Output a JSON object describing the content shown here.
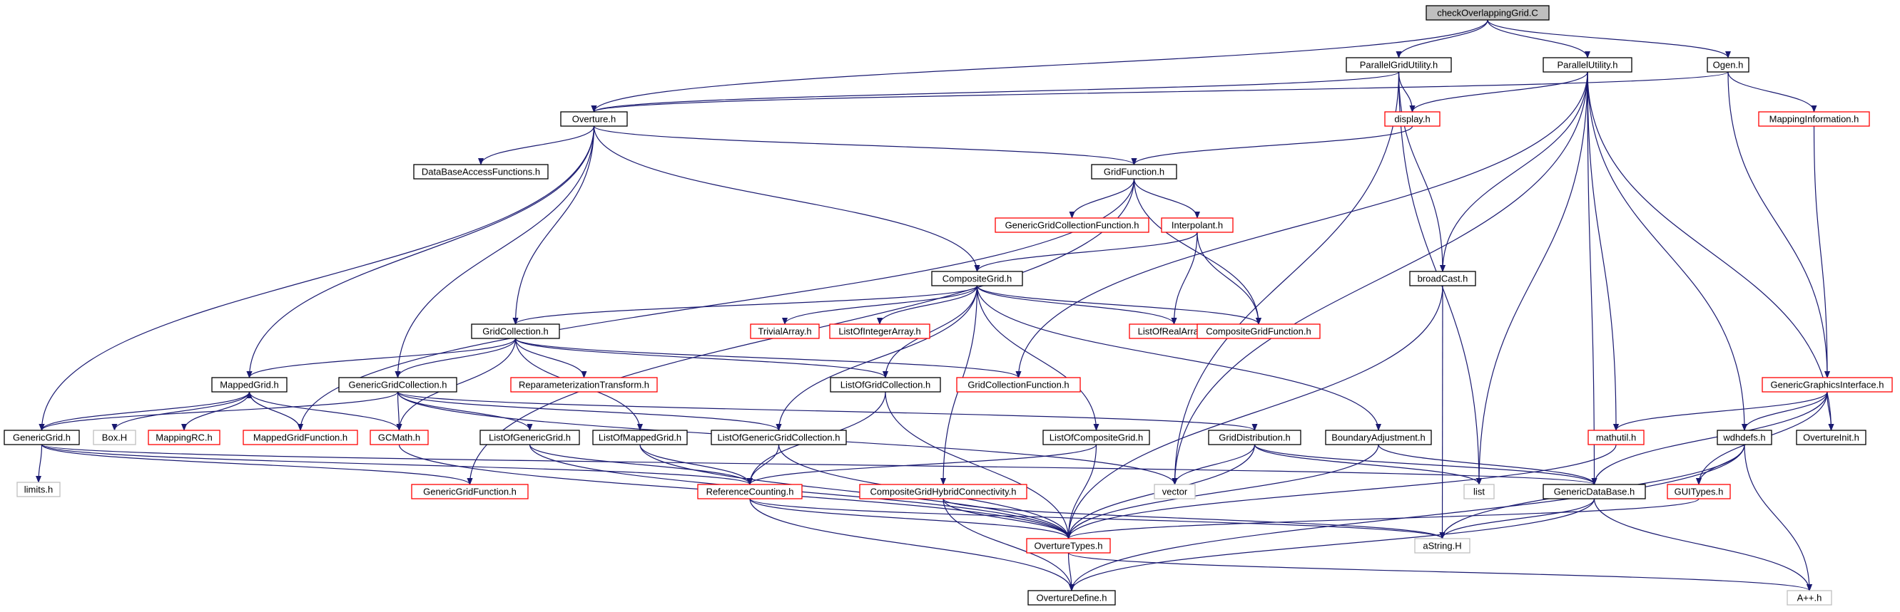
{
  "graph": {
    "nodes": [
      {
        "id": "checkOverlappingGrid",
        "label": "checkOverlappingGrid.C",
        "style": "root"
      },
      {
        "id": "ParallelGridUtility",
        "label": "ParallelGridUtility.h",
        "style": "normal"
      },
      {
        "id": "ParallelUtility",
        "label": "ParallelUtility.h",
        "style": "normal"
      },
      {
        "id": "Ogen",
        "label": "Ogen.h",
        "style": "normal"
      },
      {
        "id": "Overture",
        "label": "Overture.h",
        "style": "normal"
      },
      {
        "id": "display",
        "label": "display.h",
        "style": "red"
      },
      {
        "id": "MappingInformation",
        "label": "MappingInformation.h",
        "style": "red"
      },
      {
        "id": "DataBaseAccessFunctions",
        "label": "DataBaseAccessFunctions.h",
        "style": "normal"
      },
      {
        "id": "GridFunction",
        "label": "GridFunction.h",
        "style": "normal"
      },
      {
        "id": "GenericGridCollectionFunction",
        "label": "GenericGridCollectionFunction.h",
        "style": "red"
      },
      {
        "id": "Interpolant",
        "label": "Interpolant.h",
        "style": "red"
      },
      {
        "id": "CompositeGrid",
        "label": "CompositeGrid.h",
        "style": "normal"
      },
      {
        "id": "broadCast",
        "label": "broadCast.h",
        "style": "normal"
      },
      {
        "id": "GridCollection",
        "label": "GridCollection.h",
        "style": "normal"
      },
      {
        "id": "TrivialArray",
        "label": "TrivialArray.h",
        "style": "red"
      },
      {
        "id": "ListOfIntegerArray",
        "label": "ListOfIntegerArray.h",
        "style": "red"
      },
      {
        "id": "ListOfRealArray",
        "label": "ListOfRealArray.h",
        "style": "red"
      },
      {
        "id": "CompositeGridFunction",
        "label": "CompositeGridFunction.h",
        "style": "red"
      },
      {
        "id": "ReparameterizationTransform",
        "label": "ReparameterizationTransform.h",
        "style": "red"
      },
      {
        "id": "GenericGraphicsInterface",
        "label": "GenericGraphicsInterface.h",
        "style": "red"
      },
      {
        "id": "MappedGrid",
        "label": "MappedGrid.h",
        "style": "normal"
      },
      {
        "id": "GenericGridCollection",
        "label": "GenericGridCollection.h",
        "style": "normal"
      },
      {
        "id": "ListOfGridCollection",
        "label": "ListOfGridCollection.h",
        "style": "normal"
      },
      {
        "id": "GridCollectionFunction",
        "label": "GridCollectionFunction.h",
        "style": "red"
      },
      {
        "id": "GenericGrid",
        "label": "GenericGrid.h",
        "style": "normal"
      },
      {
        "id": "BoxH",
        "label": "Box.H",
        "style": "gray"
      },
      {
        "id": "MappingRC",
        "label": "MappingRC.h",
        "style": "red"
      },
      {
        "id": "MappedGridFunction",
        "label": "MappedGridFunction.h",
        "style": "red"
      },
      {
        "id": "GCMath",
        "label": "GCMath.h",
        "style": "red"
      },
      {
        "id": "ListOfGenericGrid",
        "label": "ListOfGenericGrid.h",
        "style": "normal"
      },
      {
        "id": "ListOfMappedGrid",
        "label": "ListOfMappedGrid.h",
        "style": "normal"
      },
      {
        "id": "ListOfGenericGridCollection",
        "label": "ListOfGenericGridCollection.h",
        "style": "normal"
      },
      {
        "id": "ListOfCompositeGrid",
        "label": "ListOfCompositeGrid.h",
        "style": "normal"
      },
      {
        "id": "GridDistribution",
        "label": "GridDistribution.h",
        "style": "normal"
      },
      {
        "id": "BoundaryAdjustment",
        "label": "BoundaryAdjustment.h",
        "style": "normal"
      },
      {
        "id": "mathutil",
        "label": "mathutil.h",
        "style": "red"
      },
      {
        "id": "wdhdefs",
        "label": "wdhdefs.h",
        "style": "normal"
      },
      {
        "id": "OvertureInit",
        "label": "OvertureInit.h",
        "style": "normal"
      },
      {
        "id": "limits",
        "label": "limits.h",
        "style": "gray"
      },
      {
        "id": "GenericGridFunction",
        "label": "GenericGridFunction.h",
        "style": "red"
      },
      {
        "id": "ReferenceCounting",
        "label": "ReferenceCounting.h",
        "style": "red"
      },
      {
        "id": "CompositeGridHybridConnectivity",
        "label": "CompositeGridHybridConnectivity.h",
        "style": "red"
      },
      {
        "id": "vector",
        "label": "vector",
        "style": "gray"
      },
      {
        "id": "list",
        "label": "list",
        "style": "gray"
      },
      {
        "id": "GenericDataBase",
        "label": "GenericDataBase.h",
        "style": "normal"
      },
      {
        "id": "GUITypes",
        "label": "GUITypes.h",
        "style": "red"
      },
      {
        "id": "OvertureTypes",
        "label": "OvertureTypes.h",
        "style": "red"
      },
      {
        "id": "aString",
        "label": "aString.H",
        "style": "gray"
      },
      {
        "id": "App",
        "label": "A++.h",
        "style": "gray"
      },
      {
        "id": "OvertureDefine",
        "label": "OvertureDefine.h",
        "style": "normal"
      }
    ],
    "edges": [
      [
        "checkOverlappingGrid",
        "ParallelGridUtility"
      ],
      [
        "checkOverlappingGrid",
        "ParallelUtility"
      ],
      [
        "checkOverlappingGrid",
        "Ogen"
      ],
      [
        "checkOverlappingGrid",
        "Overture"
      ],
      [
        "ParallelGridUtility",
        "Overture"
      ],
      [
        "ParallelGridUtility",
        "display"
      ],
      [
        "ParallelGridUtility",
        "broadCast"
      ],
      [
        "ParallelGridUtility",
        "vector"
      ],
      [
        "ParallelGridUtility",
        "list"
      ],
      [
        "ParallelUtility",
        "display"
      ],
      [
        "ParallelUtility",
        "broadCast"
      ],
      [
        "ParallelUtility",
        "GridCollectionFunction"
      ],
      [
        "ParallelUtility",
        "vector"
      ],
      [
        "ParallelUtility",
        "list"
      ],
      [
        "ParallelUtility",
        "mathutil"
      ],
      [
        "ParallelUtility",
        "GenericDataBase"
      ],
      [
        "ParallelUtility",
        "wdhdefs"
      ],
      [
        "ParallelUtility",
        "OvertureInit"
      ],
      [
        "Ogen",
        "Overture"
      ],
      [
        "Ogen",
        "MappingInformation"
      ],
      [
        "Ogen",
        "GenericGraphicsInterface"
      ],
      [
        "Overture",
        "DataBaseAccessFunctions"
      ],
      [
        "Overture",
        "GridFunction"
      ],
      [
        "Overture",
        "CompositeGrid"
      ],
      [
        "Overture",
        "GridCollection"
      ],
      [
        "Overture",
        "MappedGrid"
      ],
      [
        "Overture",
        "GenericGridCollection"
      ],
      [
        "Overture",
        "GenericGrid"
      ],
      [
        "display",
        "GridFunction"
      ],
      [
        "MappingInformation",
        "GenericGraphicsInterface"
      ],
      [
        "GridFunction",
        "GenericGridCollectionFunction"
      ],
      [
        "GridFunction",
        "Interpolant"
      ],
      [
        "GridFunction",
        "CompositeGridFunction"
      ],
      [
        "GridFunction",
        "MappedGridFunction"
      ],
      [
        "GridFunction",
        "GenericGridFunction"
      ],
      [
        "Interpolant",
        "CompositeGrid"
      ],
      [
        "Interpolant",
        "ListOfRealArray"
      ],
      [
        "Interpolant",
        "CompositeGridFunction"
      ],
      [
        "CompositeGrid",
        "GridCollection"
      ],
      [
        "CompositeGrid",
        "TrivialArray"
      ],
      [
        "CompositeGrid",
        "ListOfIntegerArray"
      ],
      [
        "CompositeGrid",
        "ListOfRealArray"
      ],
      [
        "CompositeGrid",
        "CompositeGridFunction"
      ],
      [
        "CompositeGrid",
        "ListOfGridCollection"
      ],
      [
        "CompositeGrid",
        "ListOfCompositeGrid"
      ],
      [
        "CompositeGrid",
        "BoundaryAdjustment"
      ],
      [
        "CompositeGrid",
        "CompositeGridHybridConnectivity"
      ],
      [
        "CompositeGrid",
        "ListOfGenericGridCollection"
      ],
      [
        "broadCast",
        "OvertureTypes"
      ],
      [
        "broadCast",
        "aString"
      ],
      [
        "GridCollection",
        "MappedGrid"
      ],
      [
        "GridCollection",
        "GenericGridCollection"
      ],
      [
        "GridCollection",
        "ReparameterizationTransform"
      ],
      [
        "GridCollection",
        "ListOfGridCollection"
      ],
      [
        "GridCollection",
        "GridCollectionFunction"
      ],
      [
        "GridCollection",
        "ListOfMappedGrid"
      ],
      [
        "GridCollection",
        "GCMath"
      ],
      [
        "GenericGraphicsInterface",
        "mathutil"
      ],
      [
        "GenericGraphicsInterface",
        "wdhdefs"
      ],
      [
        "GenericGraphicsInterface",
        "OvertureInit"
      ],
      [
        "GenericGraphicsInterface",
        "GUITypes"
      ],
      [
        "GenericGraphicsInterface",
        "GenericDataBase"
      ],
      [
        "MappedGrid",
        "GenericGrid"
      ],
      [
        "MappedGrid",
        "BoxH"
      ],
      [
        "MappedGrid",
        "MappingRC"
      ],
      [
        "MappedGrid",
        "MappedGridFunction"
      ],
      [
        "MappedGrid",
        "GCMath"
      ],
      [
        "MappedGridFunction",
        "MappedGrid"
      ],
      [
        "GenericGridCollection",
        "GenericGrid"
      ],
      [
        "GenericGridCollection",
        "GCMath"
      ],
      [
        "GenericGridCollection",
        "ListOfGenericGrid"
      ],
      [
        "GenericGridCollection",
        "ListOfGenericGridCollection"
      ],
      [
        "GenericGridCollection",
        "GridDistribution"
      ],
      [
        "GenericGridCollection",
        "vector"
      ],
      [
        "ListOfGridCollection",
        "ReferenceCounting"
      ],
      [
        "ListOfGridCollection",
        "OvertureTypes"
      ],
      [
        "GenericGrid",
        "limits"
      ],
      [
        "GenericGrid",
        "GenericGridFunction"
      ],
      [
        "GenericGrid",
        "ReferenceCounting"
      ],
      [
        "GenericGrid",
        "GenericDataBase"
      ],
      [
        "GCMath",
        "OvertureTypes"
      ],
      [
        "ListOfGenericGrid",
        "ReferenceCounting"
      ],
      [
        "ListOfGenericGrid",
        "OvertureTypes"
      ],
      [
        "ListOfMappedGrid",
        "ReferenceCounting"
      ],
      [
        "ListOfMappedGrid",
        "OvertureTypes"
      ],
      [
        "ListOfGenericGridCollection",
        "ReferenceCounting"
      ],
      [
        "ListOfGenericGridCollection",
        "OvertureTypes"
      ],
      [
        "ListOfCompositeGrid",
        "ReferenceCounting"
      ],
      [
        "ListOfCompositeGrid",
        "OvertureTypes"
      ],
      [
        "GridDistribution",
        "vector"
      ],
      [
        "GridDistribution",
        "list"
      ],
      [
        "GridDistribution",
        "OvertureTypes"
      ],
      [
        "GridDistribution",
        "GenericDataBase"
      ],
      [
        "BoundaryAdjustment",
        "OvertureTypes"
      ],
      [
        "BoundaryAdjustment",
        "GenericDataBase"
      ],
      [
        "mathutil",
        "OvertureTypes"
      ],
      [
        "wdhdefs",
        "GUITypes"
      ],
      [
        "wdhdefs",
        "aString"
      ],
      [
        "wdhdefs",
        "App"
      ],
      [
        "wdhdefs",
        "OvertureDefine"
      ],
      [
        "ReferenceCounting",
        "OvertureTypes"
      ],
      [
        "ReferenceCounting",
        "aString"
      ],
      [
        "ReferenceCounting",
        "OvertureDefine"
      ],
      [
        "CompositeGridHybridConnectivity",
        "OvertureTypes"
      ],
      [
        "CompositeGridHybridConnectivity",
        "aString"
      ],
      [
        "CompositeGridHybridConnectivity",
        "OvertureDefine"
      ],
      [
        "GenericDataBase",
        "aString"
      ],
      [
        "GenericDataBase",
        "App"
      ],
      [
        "GenericDataBase",
        "OvertureDefine"
      ],
      [
        "GUITypes",
        "OvertureTypes"
      ],
      [
        "OvertureTypes",
        "OvertureDefine"
      ],
      [
        "OvertureTypes",
        "App"
      ]
    ],
    "colors": {
      "edge": "#191970",
      "border_normal": "#000000",
      "border_red": "#ff0000",
      "border_gray": "#bfbfbf",
      "root_fill": "#bfbfbf",
      "fill": "#ffffff"
    }
  }
}
